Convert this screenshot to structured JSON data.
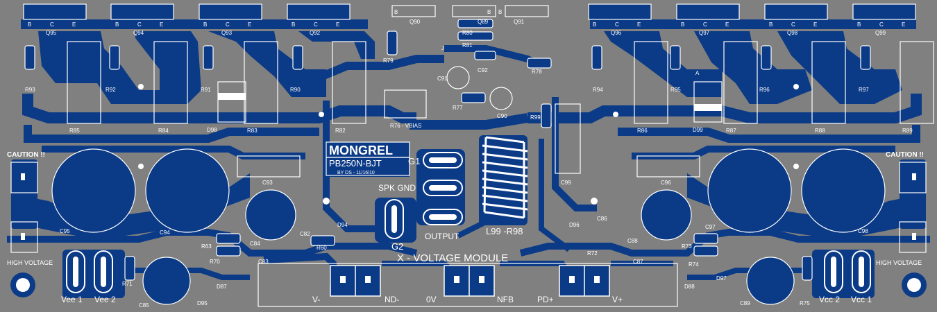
{
  "colors": {
    "board": "#808080",
    "copper": "#0b3a86",
    "silk": "#ffffff",
    "pad": "#ffffff"
  },
  "title": {
    "name": "MONGREL",
    "model": "PB250N-BJT",
    "credit": "BY DS - 11/16/10",
    "module": "X - VOLTAGE MODULE"
  },
  "transistors": [
    {
      "ref": "Q95",
      "pins": [
        "B",
        "C",
        "E"
      ]
    },
    {
      "ref": "Q94",
      "pins": [
        "B",
        "C",
        "E"
      ]
    },
    {
      "ref": "Q93",
      "pins": [
        "B",
        "C",
        "E"
      ]
    },
    {
      "ref": "Q92",
      "pins": [
        "B",
        "C",
        "E"
      ]
    },
    {
      "ref": "Q96",
      "pins": [
        "B",
        "C",
        "E"
      ]
    },
    {
      "ref": "Q97",
      "pins": [
        "B",
        "C",
        "E"
      ]
    },
    {
      "ref": "Q98",
      "pins": [
        "B",
        "C",
        "E"
      ]
    },
    {
      "ref": "Q99",
      "pins": [
        "B",
        "C",
        "E"
      ]
    }
  ],
  "driver_transistors": [
    {
      "ref": "Q90",
      "pin": "B"
    },
    {
      "ref": "Q89",
      "pin": "B"
    },
    {
      "ref": "Q91",
      "pin": "B"
    }
  ],
  "resistors_top": [
    "R93",
    "R92",
    "R91",
    "R90",
    "R79",
    "R94",
    "R95",
    "R96",
    "R97"
  ],
  "emitter_resistors": [
    "R85",
    "R84",
    "R83",
    "R82",
    "R86",
    "R87",
    "R88",
    "R89"
  ],
  "misc_labels": {
    "r80": "R80",
    "r81": "R81",
    "c92": "C92",
    "r78": "R78",
    "c91": "C91",
    "r77": "R77",
    "c90": "C90",
    "r99": "R99",
    "r76": "R76 - VBIAS",
    "d98": "D98",
    "d99": "D99",
    "anode": "A",
    "jumper": "J",
    "c93": "C93",
    "c96": "C96",
    "c99": "C99",
    "l99": "L99 -R98",
    "c95": "C95",
    "c94": "C94",
    "c98": "C98",
    "c97": "C97",
    "r63": "R63",
    "r70": "R70",
    "c84": "C84",
    "c83": "C83",
    "c82": "C82",
    "r60": "R60",
    "d94": "D94",
    "c85": "C85",
    "r71": "R71",
    "d95": "D95",
    "d87": "D87",
    "c88": "C88",
    "r72": "R72",
    "d96": "D96",
    "c86": "C86",
    "c87": "C87",
    "r73": "R73",
    "r74": "R74",
    "d88": "D88",
    "d97": "D97",
    "c89": "C89",
    "r75": "R75"
  },
  "warnings": {
    "caution_left": "CAUTION !!",
    "caution_right": "CAUTION !!",
    "hv_left": "HIGH VOLTAGE",
    "hv_right": "HIGH VOLTAGE"
  },
  "terminals": {
    "g1": "G1",
    "spk_gnd": "SPK GND",
    "output": "OUTPUT",
    "g2": "G2"
  },
  "fuses": {
    "vee1": "Vee 1",
    "vee2": "Vee 2",
    "vcc2": "Vcc 2",
    "vcc1": "Vcc 1"
  },
  "connector_labels": [
    "V-",
    "ND-",
    "0V",
    "NFB",
    "PD+",
    "V+"
  ]
}
